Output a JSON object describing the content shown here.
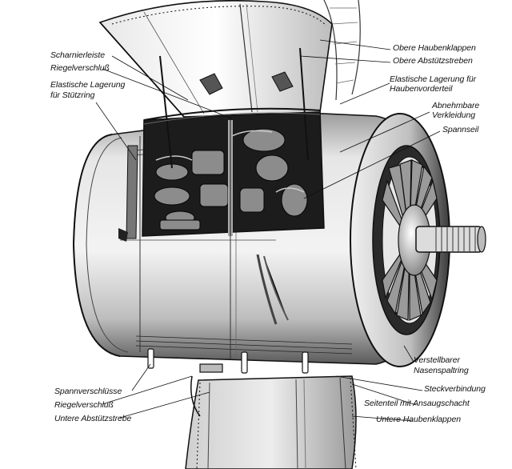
{
  "labels": {
    "scharnierleiste": "Scharnierleiste",
    "riegelverschluss_top": "Riegelverschluß",
    "elastische_stuetzring_1": "Elastische Lagerung",
    "elastische_stuetzring_2": "für Stützring",
    "obere_haubenklappen": "Obere Haubenklappen",
    "obere_abstuetzstreben": "Obere Abstützstreben",
    "elastische_haubenvorderteil_1": "Elastische Lagerung für",
    "elastische_haubenvorderteil_2": "Haubenvorderteil",
    "abnehmbare_verkleidung_1": "Abnehmbare",
    "abnehmbare_verkleidung_2": "Verkleidung",
    "spannseil": "Spannseil",
    "verstellbarer_1": "Verstellbarer",
    "verstellbarer_2": "Nasenspaltring",
    "steckverbindung": "Steckverbindung",
    "seitenteil": "Seitenteil mit Ansaugschacht",
    "untere_haubenklappen": "Untere Haubenklappen",
    "spannverschluesse": "Spannverschlüsse",
    "riegelverschluss_bottom": "Riegelverschluß",
    "untere_abstuetzstrebe": "Untere Abstützstrebe"
  },
  "colors": {
    "ink": "#111111",
    "shade_dark": "#2a2a2a",
    "shade_mid": "#8a8a8a",
    "shade_light": "#d8d8d8",
    "paper": "#ffffff"
  }
}
